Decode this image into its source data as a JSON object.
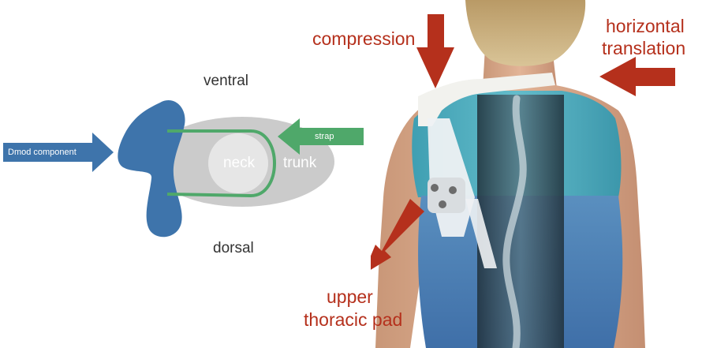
{
  "schematic": {
    "label_ventral": "ventral",
    "label_dorsal": "dorsal",
    "label_neck": "neck",
    "label_trunk": "trunk",
    "label_strap": "strap",
    "label_component": "Dmod component"
  },
  "photo": {
    "label_compression": "compression",
    "label_horizontal_line1": "horizontal",
    "label_horizontal_line2": "translation",
    "label_pad_line1": "upper",
    "label_pad_line2": "thoracic pad"
  },
  "colors": {
    "brace_blue": "#3e74ab",
    "strap_green": "#4fa86a",
    "trunk_gray": "#cbcbcb",
    "neck_fill": "#e6e6e6",
    "callout_red": "#b5301c"
  }
}
